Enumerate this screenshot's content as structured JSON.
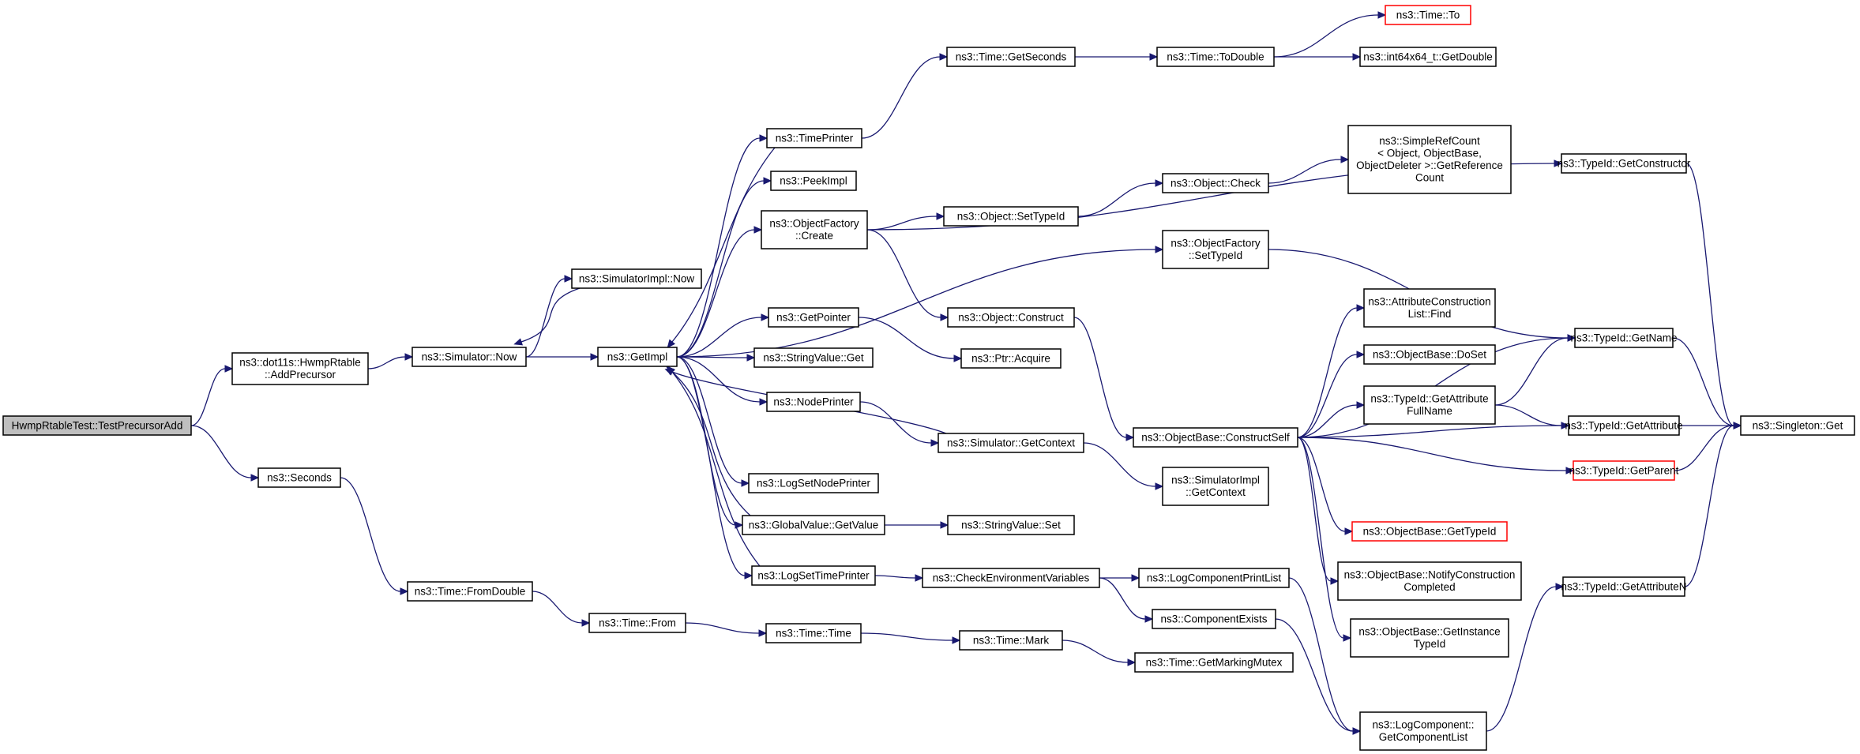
{
  "graph": {
    "kind": "call-graph",
    "root": "HwmpRtableTest::TestPrecursorAdd",
    "colors": {
      "edge": "#191970",
      "node_border": "#000000",
      "root_fill": "#bfbfbf",
      "truncated_border": "#ff0000"
    },
    "nodes": [
      {
        "id": "root",
        "lines": [
          "HwmpRtableTest::TestPrecursorAdd"
        ],
        "style": "root"
      },
      {
        "id": "addPrec",
        "lines": [
          "ns3::dot11s::HwmpRtable",
          "::AddPrecursor"
        ]
      },
      {
        "id": "seconds",
        "lines": [
          "ns3::Seconds"
        ]
      },
      {
        "id": "simNow",
        "lines": [
          "ns3::Simulator::Now"
        ]
      },
      {
        "id": "fromDouble",
        "lines": [
          "ns3::Time::FromDouble"
        ]
      },
      {
        "id": "simImplNow",
        "lines": [
          "ns3::SimulatorImpl::Now"
        ]
      },
      {
        "id": "getImpl",
        "lines": [
          "ns3::GetImpl"
        ]
      },
      {
        "id": "timeFrom",
        "lines": [
          "ns3::Time::From"
        ]
      },
      {
        "id": "timePrinter",
        "lines": [
          "ns3::TimePrinter"
        ]
      },
      {
        "id": "peekImpl",
        "lines": [
          "ns3::PeekImpl"
        ]
      },
      {
        "id": "objFactCreate",
        "lines": [
          "ns3::ObjectFactory",
          "::Create"
        ]
      },
      {
        "id": "getPointer",
        "lines": [
          "ns3::GetPointer"
        ]
      },
      {
        "id": "stringValueGet",
        "lines": [
          "ns3::StringValue::Get"
        ]
      },
      {
        "id": "nodePrinter",
        "lines": [
          "ns3::NodePrinter"
        ]
      },
      {
        "id": "logSetNodePrinter",
        "lines": [
          "ns3::LogSetNodePrinter"
        ]
      },
      {
        "id": "globalValueGetValue",
        "lines": [
          "ns3::GlobalValue::GetValue"
        ]
      },
      {
        "id": "logSetTimePrinter",
        "lines": [
          "ns3::LogSetTimePrinter"
        ]
      },
      {
        "id": "timeTime",
        "lines": [
          "ns3::Time::Time"
        ]
      },
      {
        "id": "timeGetSeconds",
        "lines": [
          "ns3::Time::GetSeconds"
        ]
      },
      {
        "id": "objSetTypeId",
        "lines": [
          "ns3::Object::SetTypeId"
        ]
      },
      {
        "id": "objConstruct",
        "lines": [
          "ns3::Object::Construct"
        ]
      },
      {
        "id": "ptrAcquire",
        "lines": [
          "ns3::Ptr::Acquire"
        ]
      },
      {
        "id": "simGetContext",
        "lines": [
          "ns3::Simulator::GetContext"
        ]
      },
      {
        "id": "stringValueSet",
        "lines": [
          "ns3::StringValue::Set"
        ]
      },
      {
        "id": "checkEnv",
        "lines": [
          "ns3::CheckEnvironmentVariables"
        ]
      },
      {
        "id": "timeMark",
        "lines": [
          "ns3::Time::Mark"
        ]
      },
      {
        "id": "timeToDouble",
        "lines": [
          "ns3::Time::ToDouble"
        ]
      },
      {
        "id": "objCheck",
        "lines": [
          "ns3::Object::Check"
        ]
      },
      {
        "id": "objFactSetTypeId",
        "lines": [
          "ns3::ObjectFactory",
          "::SetTypeId"
        ]
      },
      {
        "id": "constructSelf",
        "lines": [
          "ns3::ObjectBase::ConstructSelf"
        ]
      },
      {
        "id": "simImplGetContext",
        "lines": [
          "ns3::SimulatorImpl",
          "::GetContext"
        ]
      },
      {
        "id": "logCompPrintList",
        "lines": [
          "ns3::LogComponentPrintList"
        ]
      },
      {
        "id": "componentExists",
        "lines": [
          "ns3::ComponentExists"
        ]
      },
      {
        "id": "getMarkingMutex",
        "lines": [
          "ns3::Time::GetMarkingMutex"
        ]
      },
      {
        "id": "timeTo",
        "lines": [
          "ns3::Time::To"
        ],
        "style": "truncated"
      },
      {
        "id": "int64GetDouble",
        "lines": [
          "ns3::int64x64_t::GetDouble"
        ]
      },
      {
        "id": "simpleRefCount",
        "lines": [
          "ns3::SimpleRefCount",
          "< Object, ObjectBase,",
          "ObjectDeleter >::GetReference",
          "Count"
        ]
      },
      {
        "id": "attrConstrFind",
        "lines": [
          "ns3::AttributeConstruction",
          "List::Find"
        ]
      },
      {
        "id": "objBaseDoSet",
        "lines": [
          "ns3::ObjectBase::DoSet"
        ]
      },
      {
        "id": "getAttrFullName",
        "lines": [
          "ns3::TypeId::GetAttribute",
          "FullName"
        ]
      },
      {
        "id": "objBaseGetTypeId",
        "lines": [
          "ns3::ObjectBase::GetTypeId"
        ],
        "style": "truncated"
      },
      {
        "id": "notifyConstr",
        "lines": [
          "ns3::ObjectBase::NotifyConstruction",
          "Completed"
        ]
      },
      {
        "id": "getInstanceTypeId",
        "lines": [
          "ns3::ObjectBase::GetInstance",
          "TypeId"
        ]
      },
      {
        "id": "logCompGetList",
        "lines": [
          "ns3::LogComponent::",
          "GetComponentList"
        ]
      },
      {
        "id": "typeIdGetConstructor",
        "lines": [
          "ns3::TypeId::GetConstructor"
        ]
      },
      {
        "id": "typeIdGetName",
        "lines": [
          "ns3::TypeId::GetName"
        ]
      },
      {
        "id": "typeIdGetAttribute",
        "lines": [
          "ns3::TypeId::GetAttribute"
        ]
      },
      {
        "id": "typeIdGetParent",
        "lines": [
          "ns3::TypeId::GetParent"
        ],
        "style": "truncated"
      },
      {
        "id": "typeIdGetAttributeN",
        "lines": [
          "ns3::TypeId::GetAttributeN"
        ]
      },
      {
        "id": "singletonGet",
        "lines": [
          "ns3::Singleton::Get"
        ]
      }
    ],
    "edges": [
      [
        "root",
        "addPrec"
      ],
      [
        "root",
        "seconds"
      ],
      [
        "addPrec",
        "simNow"
      ],
      [
        "seconds",
        "fromDouble"
      ],
      [
        "simNow",
        "simImplNow"
      ],
      [
        "simNow",
        "getImpl"
      ],
      [
        "fromDouble",
        "timeFrom"
      ],
      [
        "simImplNow",
        "simNow"
      ],
      [
        "getImpl",
        "timePrinter"
      ],
      [
        "getImpl",
        "peekImpl"
      ],
      [
        "getImpl",
        "objFactCreate"
      ],
      [
        "getImpl",
        "getPointer"
      ],
      [
        "getImpl",
        "stringValueGet"
      ],
      [
        "getImpl",
        "nodePrinter"
      ],
      [
        "getImpl",
        "logSetNodePrinter"
      ],
      [
        "getImpl",
        "globalValueGetValue"
      ],
      [
        "getImpl",
        "logSetTimePrinter"
      ],
      [
        "getImpl",
        "objFactSetTypeId"
      ],
      [
        "timeFrom",
        "timeTime"
      ],
      [
        "timePrinter",
        "timeGetSeconds"
      ],
      [
        "timePrinter",
        "getImpl"
      ],
      [
        "objFactCreate",
        "objSetTypeId"
      ],
      [
        "objFactCreate",
        "objConstruct"
      ],
      [
        "objFactCreate",
        "typeIdGetConstructor"
      ],
      [
        "getPointer",
        "ptrAcquire"
      ],
      [
        "nodePrinter",
        "simGetContext"
      ],
      [
        "globalValueGetValue",
        "stringValueSet"
      ],
      [
        "globalValueGetValue",
        "getImpl"
      ],
      [
        "logSetTimePrinter",
        "checkEnv"
      ],
      [
        "logSetTimePrinter",
        "getImpl"
      ],
      [
        "timeTime",
        "timeMark"
      ],
      [
        "timeGetSeconds",
        "timeToDouble"
      ],
      [
        "objSetTypeId",
        "objCheck"
      ],
      [
        "objConstruct",
        "constructSelf"
      ],
      [
        "simGetContext",
        "simImplGetContext"
      ],
      [
        "simGetContext",
        "getImpl"
      ],
      [
        "checkEnv",
        "logCompPrintList"
      ],
      [
        "checkEnv",
        "componentExists"
      ],
      [
        "timeMark",
        "getMarkingMutex"
      ],
      [
        "timeToDouble",
        "timeTo"
      ],
      [
        "timeToDouble",
        "int64GetDouble"
      ],
      [
        "objCheck",
        "simpleRefCount"
      ],
      [
        "objFactSetTypeId",
        "typeIdGetName"
      ],
      [
        "constructSelf",
        "attrConstrFind"
      ],
      [
        "constructSelf",
        "objBaseDoSet"
      ],
      [
        "constructSelf",
        "getAttrFullName"
      ],
      [
        "constructSelf",
        "typeIdGetAttribute"
      ],
      [
        "constructSelf",
        "typeIdGetParent"
      ],
      [
        "constructSelf",
        "objBaseGetTypeId"
      ],
      [
        "constructSelf",
        "notifyConstr"
      ],
      [
        "constructSelf",
        "getInstanceTypeId"
      ],
      [
        "constructSelf",
        "typeIdGetName"
      ],
      [
        "logCompPrintList",
        "logCompGetList"
      ],
      [
        "componentExists",
        "logCompGetList"
      ],
      [
        "logCompGetList",
        "typeIdGetAttributeN"
      ],
      [
        "getAttrFullName",
        "typeIdGetName"
      ],
      [
        "getAttrFullName",
        "typeIdGetAttribute"
      ],
      [
        "typeIdGetConstructor",
        "singletonGet"
      ],
      [
        "typeIdGetName",
        "singletonGet"
      ],
      [
        "typeIdGetAttribute",
        "singletonGet"
      ],
      [
        "typeIdGetParent",
        "singletonGet"
      ],
      [
        "typeIdGetAttributeN",
        "singletonGet"
      ]
    ]
  }
}
